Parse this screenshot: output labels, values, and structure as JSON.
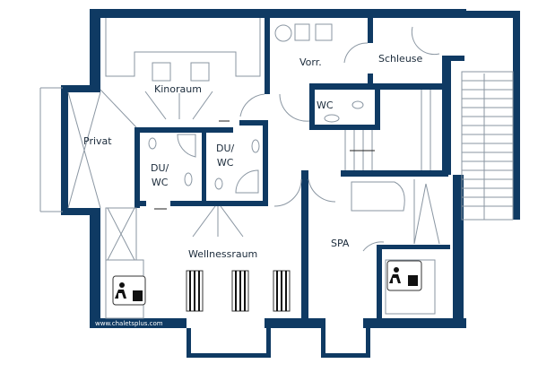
{
  "rooms": {
    "kino": "Kinoraum",
    "privat": "Privat",
    "vorraum": "Vorr.",
    "schleuse": "Schleuse",
    "wc": "WC",
    "duwc1_a": "DU/",
    "duwc1_b": "WC",
    "duwc2_a": "DU/",
    "duwc2_b": "WC",
    "wellness": "Wellnessraum",
    "spa": "SPA"
  },
  "watermark": "www.chaletsplus.com",
  "colors": {
    "wall": "#0f3a63",
    "fixture": "#9aa4ae",
    "background": "#ffffff"
  },
  "icons": [
    "sauna-icon",
    "sauna-icon",
    "lounger-icon",
    "lounger-icon",
    "lounger-icon"
  ]
}
